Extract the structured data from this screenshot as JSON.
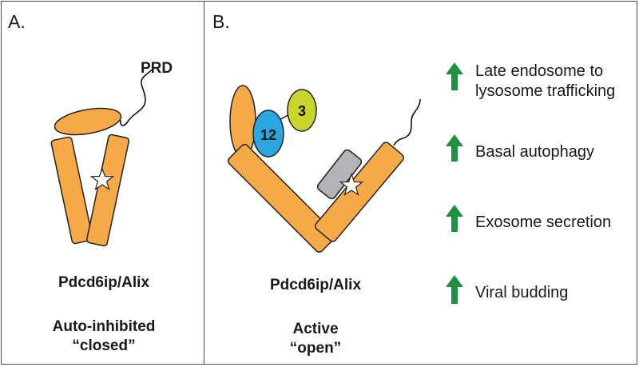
{
  "panel_a": {
    "label": "A.",
    "prd_label": "PRD",
    "protein_name": "Pdcd6ip/Alix",
    "state_line1": "Auto-inhibited",
    "state_line2": "“closed”"
  },
  "panel_b": {
    "label": "B.",
    "domain_12": "12",
    "domain_3": "3",
    "protein_name": "Pdcd6ip/Alix",
    "state_line1": "Active",
    "state_line2": "“open”",
    "effects": [
      {
        "line1": "Late endosome to",
        "line2": "lysosome trafficking",
        "arrow": "up-arrow-icon"
      },
      {
        "line1": "Basal autophagy",
        "line2": "",
        "arrow": "up-arrow-icon"
      },
      {
        "line1": "Exosome secretion",
        "line2": "",
        "arrow": "up-arrow-icon"
      },
      {
        "line1": "Viral budding",
        "line2": "",
        "arrow": "up-arrow-icon"
      }
    ]
  },
  "colors": {
    "domain_orange": "#F5A947",
    "domain_blue": "#2AA7E0",
    "domain_yellow": "#C9D52A",
    "domain_gray": "#B4B4B8",
    "arrow_green": "#1E9142",
    "outline": "#222222"
  }
}
